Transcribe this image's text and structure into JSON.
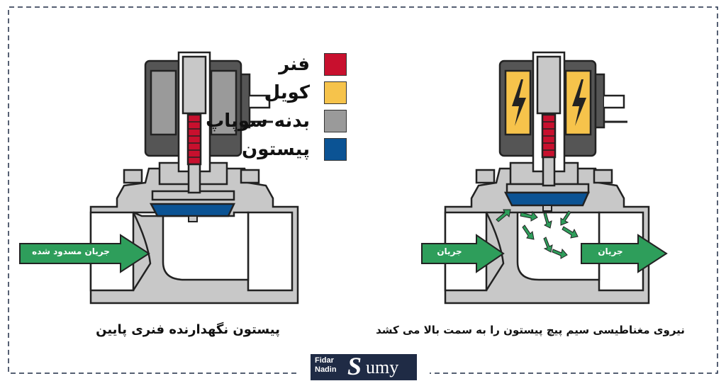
{
  "legend": [
    {
      "label": "فنر",
      "color": "#c8102e",
      "icon": "spring-swatch"
    },
    {
      "label": "کویل",
      "color": "#f6c34b",
      "icon": "coil-swatch"
    },
    {
      "label": "بدنه سوپاپ",
      "color": "#9a9a9a",
      "icon": "valve-body-swatch"
    },
    {
      "label": "پیستون",
      "color": "#0b5394",
      "icon": "piston-swatch"
    }
  ],
  "left_valve": {
    "flow_label": "جریان مسدود شده",
    "caption": "پیستون نگهدارنده فنری پایین"
  },
  "right_valve": {
    "flow_in_label": "جریان",
    "flow_out_label": "جریان",
    "caption": "نیروی مغناطیسی سیم پیچ پیستون را به سمت بالا می کشد"
  },
  "logo": {
    "line1": "Fidar",
    "line2": "Nadin",
    "brand_initial": "S",
    "brand_rest": "umy"
  },
  "colors": {
    "body": "#c8c8c8",
    "coil_housing": "#555555",
    "coil_idle": "#9a9a9a",
    "coil_active": "#f6c34b",
    "spring": "#c8102e",
    "piston": "#0b5394",
    "flow_arrow": "#2e9e5b",
    "frame": "#1f2b45"
  }
}
